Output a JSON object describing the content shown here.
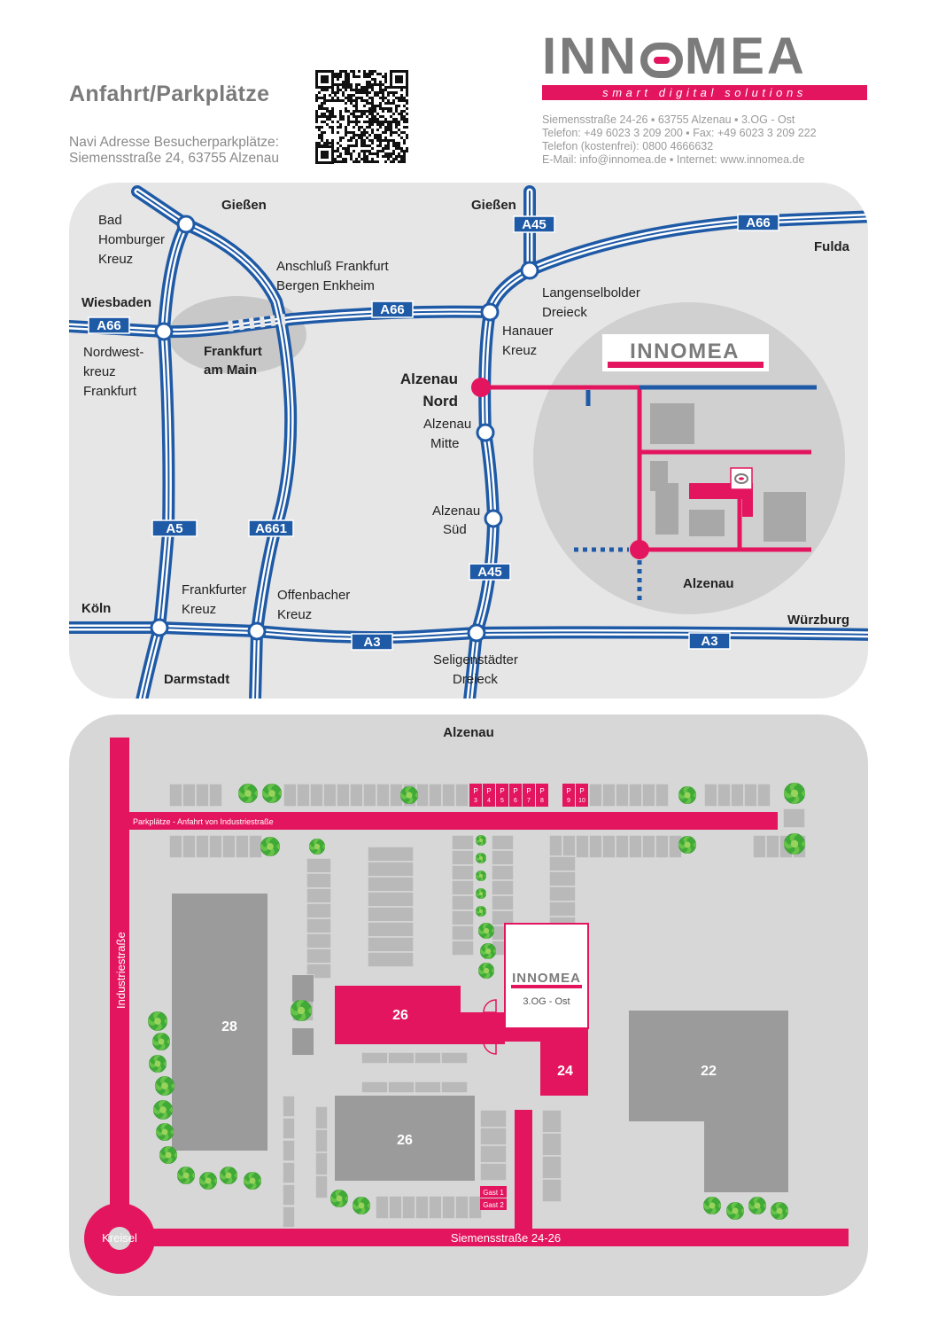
{
  "header": {
    "title": "Anfahrt/Parkplätze",
    "navi_line1": "Navi Adresse Besucherparkplätze:",
    "navi_line2": "Siemensstraße 24, 63755 Alzenau"
  },
  "logo": {
    "word_a": "INN",
    "word_b": "MEA",
    "tagline": "smart digital solutions",
    "brand_color": "#e3155e",
    "grey_color": "#7b7b7b"
  },
  "contact": {
    "line1": "Siemensstraße 24-26 ▪ 63755 Alzenau ▪ 3.OG - Ost",
    "line2": "Telefon: +49 6023 3 209 200 ▪ Fax: +49 6023 3 209 222",
    "line3": "Telefon (kostenfrei): 0800 4666632",
    "line4": "E-Mail: info@innomea.de ▪ Internet: www.innomea.de"
  },
  "road_map": {
    "road_color": "#1f5aa6",
    "highway_labels": {
      "a66_left": "A66",
      "a66_mid": "A66",
      "a66_right": "A66",
      "a45_top": "A45",
      "a45_bottom": "A45",
      "a5": "A5",
      "a661": "A661",
      "a3_mid": "A3",
      "a3_right": "A3"
    },
    "places": {
      "giessen_left": "Gießen",
      "giessen_right": "Gießen",
      "bad_homburger_1": "Bad",
      "bad_homburger_2": "Homburger",
      "bad_homburger_3": "Kreuz",
      "anschluss_1": "Anschluß Frankfurt",
      "anschluss_2": "Bergen Enkheim",
      "wiesbaden": "Wiesbaden",
      "nordwest_1": "Nordwest-",
      "nordwest_2": "kreuz",
      "nordwest_3": "Frankfurt",
      "frankfurt_1": "Frankfurt",
      "frankfurt_2": "am Main",
      "fulda": "Fulda",
      "langen_1": "Langenselbolder",
      "langen_2": "Dreieck",
      "hanauer_1": "Hanauer",
      "hanauer_2": "Kreuz",
      "alzenau_nord_1": "Alzenau",
      "alzenau_nord_2": "Nord",
      "alzenau_mitte_1": "Alzenau",
      "alzenau_mitte_2": "Mitte",
      "alzenau_sued_1": "Alzenau",
      "alzenau_sued_2": "Süd",
      "ffm_kreuz_1": "Frankfurter",
      "ffm_kreuz_2": "Kreuz",
      "offenbacher_1": "Offenbacher",
      "offenbacher_2": "Kreuz",
      "koeln": "Köln",
      "darmstadt": "Darmstadt",
      "seligen_1": "Seligenstädter",
      "seligen_2": "Dreieck",
      "wuerzburg": "Würzburg",
      "alzenau_inset": "Alzenau"
    }
  },
  "site_plan": {
    "top_label": "Alzenau",
    "access_road_label": "Parkplätze - Anfahrt von Industriestraße",
    "industriestrasse": "Industriestraße",
    "kreisel": "Kreisel",
    "siemensstrasse": "Siemensstraße 24-26",
    "buildings": {
      "b28": "28",
      "b26_top": "26",
      "b26_bottom": "26",
      "b24": "24",
      "b22": "22"
    },
    "office_label": "3.OG - Ost",
    "parking": [
      {
        "p": "P",
        "n": "3"
      },
      {
        "p": "P",
        "n": "4"
      },
      {
        "p": "P",
        "n": "5"
      },
      {
        "p": "P",
        "n": "6"
      },
      {
        "p": "P",
        "n": "7"
      },
      {
        "p": "P",
        "n": "8"
      },
      {
        "p": "P",
        "n": "9"
      },
      {
        "p": "P",
        "n": "10"
      }
    ],
    "gast1": "Gast 1",
    "gast2": "Gast 2"
  }
}
